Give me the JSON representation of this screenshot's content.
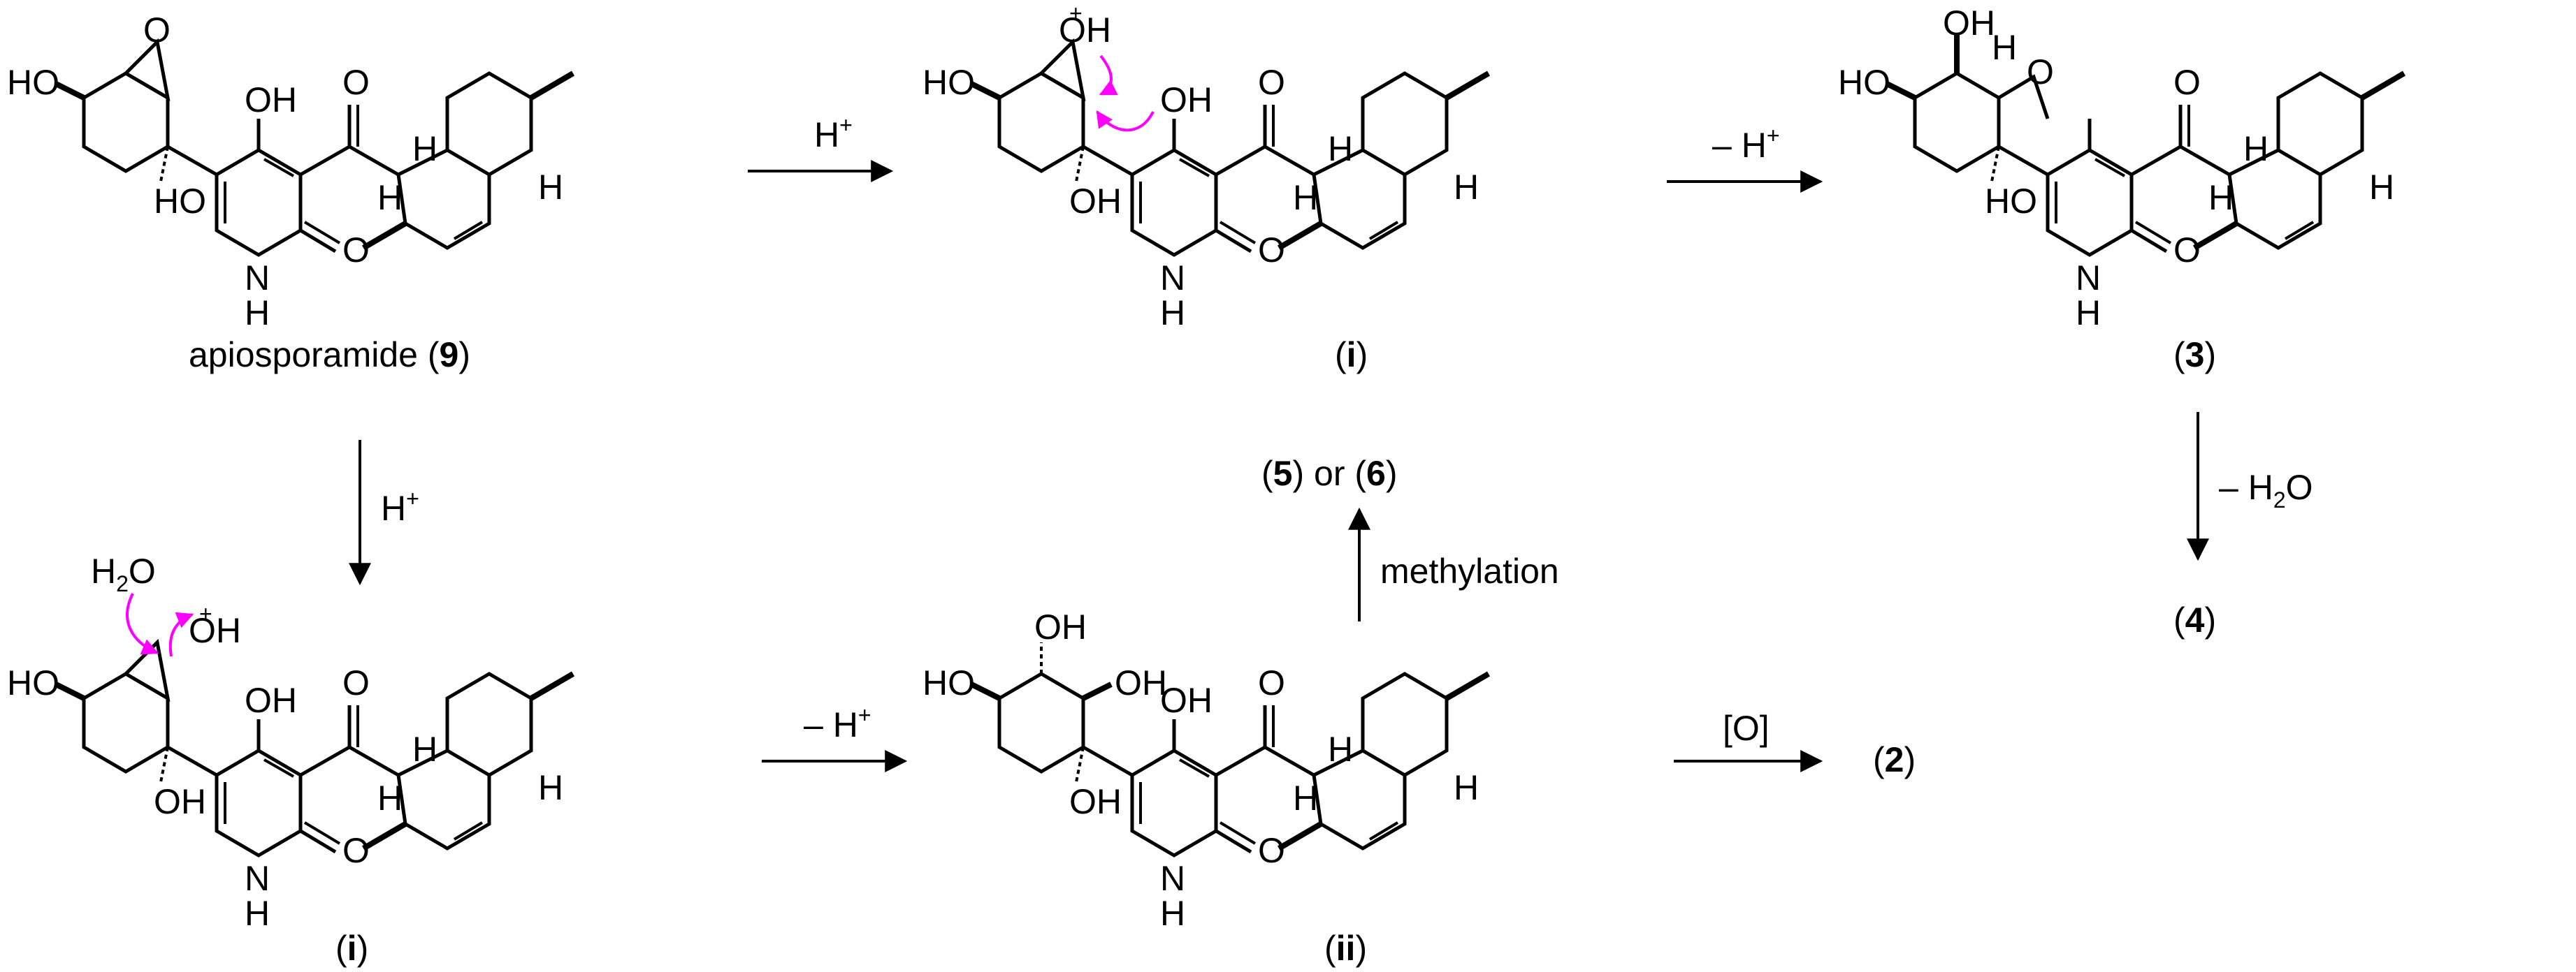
{
  "compounds": {
    "apiosporamide": {
      "name": "apiosporamide",
      "number": "9"
    },
    "intermediate_i_top": {
      "number": "i"
    },
    "intermediate_i_bottom": {
      "number": "i"
    },
    "intermediate_ii": {
      "number": "ii"
    },
    "product_3": {
      "number": "3"
    },
    "product_4": {
      "number": "4"
    },
    "product_2": {
      "number": "2"
    },
    "product_5_or_6": {
      "first": "5",
      "connector": "or",
      "second": "6"
    }
  },
  "arrows": {
    "to_i_top": {
      "reagent": "H",
      "sup": "+"
    },
    "to_i_bottom": {
      "reagent": "H",
      "sup": "+"
    },
    "to_3": {
      "reagent": "– H",
      "sup": "+"
    },
    "to_ii": {
      "reagent": "– H",
      "sup": "+"
    },
    "to_4": {
      "reagent": "– H",
      "sub": "2",
      "tail": "O"
    },
    "to_5_6": {
      "reagent": "methylation"
    },
    "to_2": {
      "reagent": "[O]"
    }
  },
  "atoms": {
    "HO": "HO",
    "OH": "OH",
    "O": "O",
    "H": "H",
    "NH_N": "N",
    "NH_H": "H",
    "H2O_H": "H",
    "H2O_2": "2",
    "H2O_O": "O",
    "plus": "+"
  },
  "colors": {
    "ink": "#000000",
    "curved_arrow": "#ff00ff"
  }
}
